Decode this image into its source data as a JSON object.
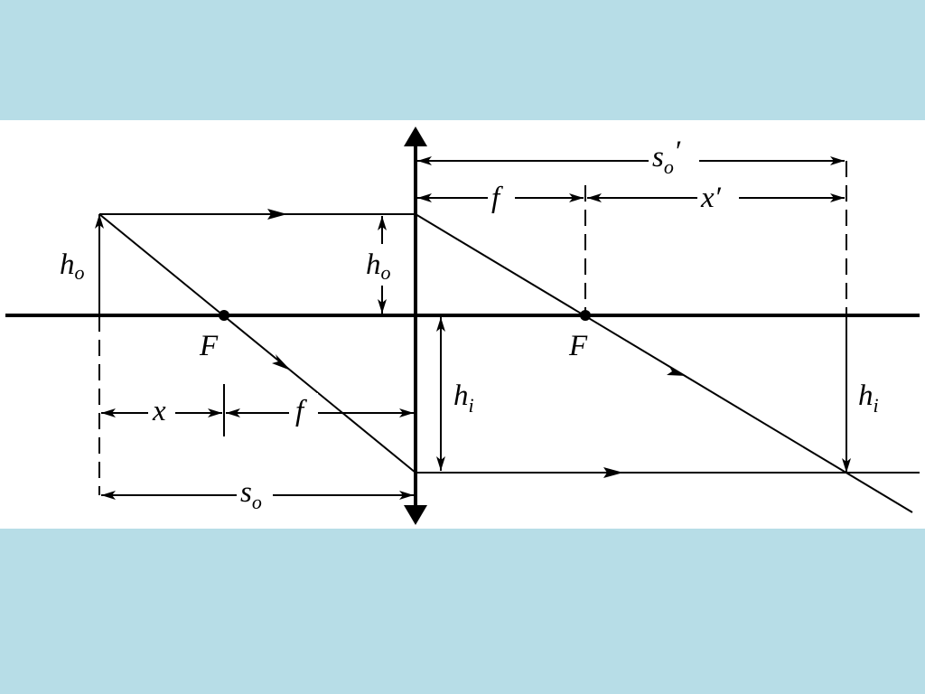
{
  "diagram": {
    "labels": {
      "h": "h",
      "o": "o",
      "i": "i",
      "s": "s",
      "prime": "′",
      "F": "F",
      "f": "f",
      "x": "x",
      "x_prime": "x′"
    }
  },
  "colors": {
    "background": "#b7dde7",
    "panel": "#ffffff",
    "ink": "#000000"
  }
}
